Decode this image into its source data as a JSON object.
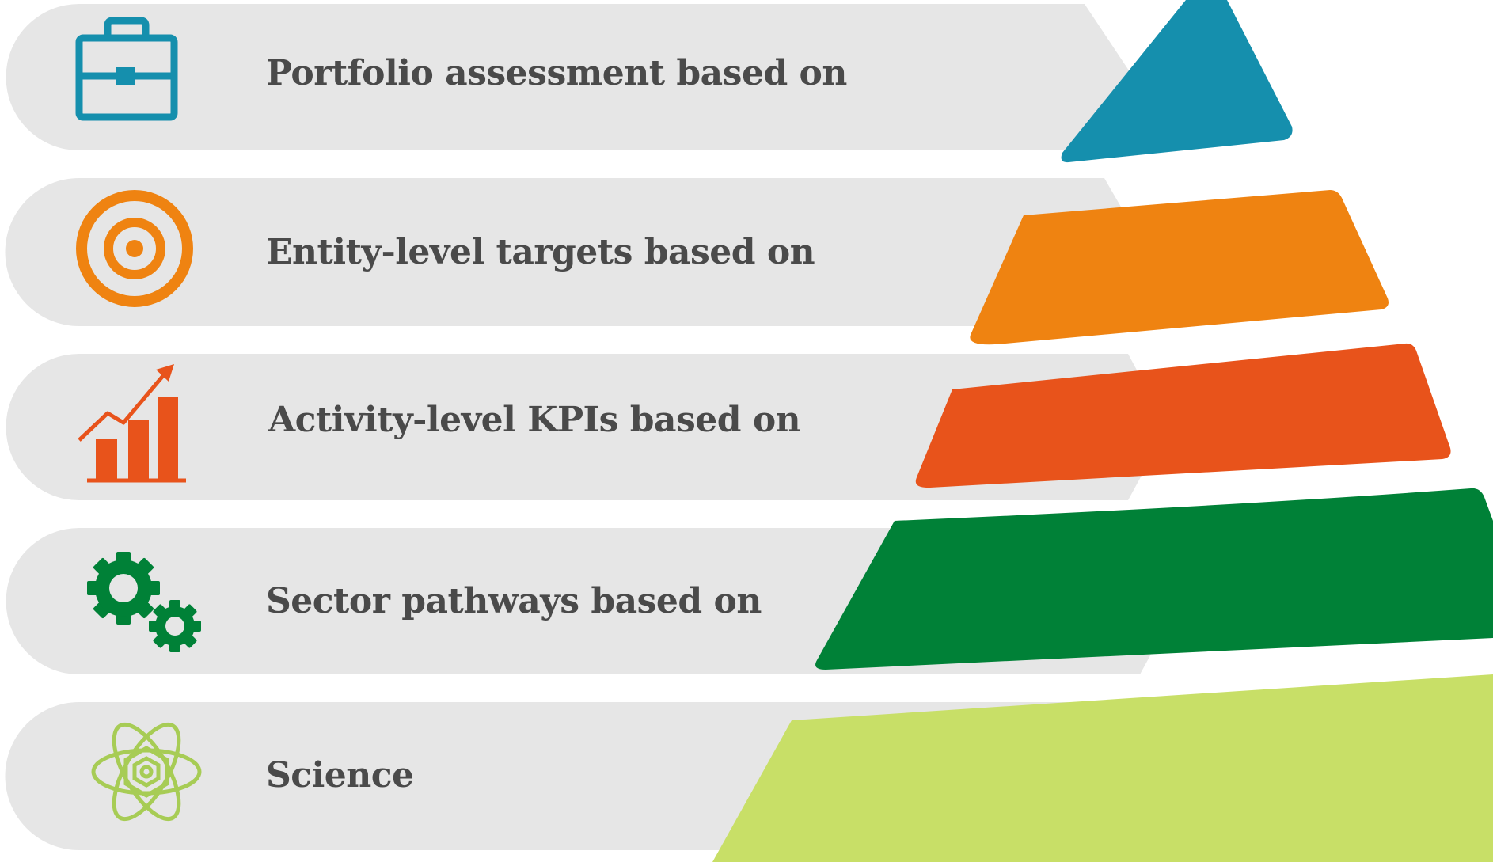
{
  "colors": {
    "band_bg": "#e6e6e6",
    "label_text": "#4a4a4a",
    "portfolio": "#158fad",
    "entity": "#ef8311",
    "activity": "#e8531b",
    "sector": "#008137",
    "science": "#c8df67"
  },
  "levels": [
    {
      "label": "Portfolio assessment based on",
      "icon": "briefcase-icon",
      "color": "#158fad"
    },
    {
      "label": "Entity-level targets based on",
      "icon": "target-icon",
      "color": "#ef8311"
    },
    {
      "label": "Activity-level KPIs based on",
      "icon": "growth-chart-icon",
      "color": "#e8531b"
    },
    {
      "label": "Sector pathways based on",
      "icon": "gears-icon",
      "color": "#008137"
    },
    {
      "label": "Science",
      "icon": "atom-icon",
      "color": "#c8df67"
    }
  ]
}
